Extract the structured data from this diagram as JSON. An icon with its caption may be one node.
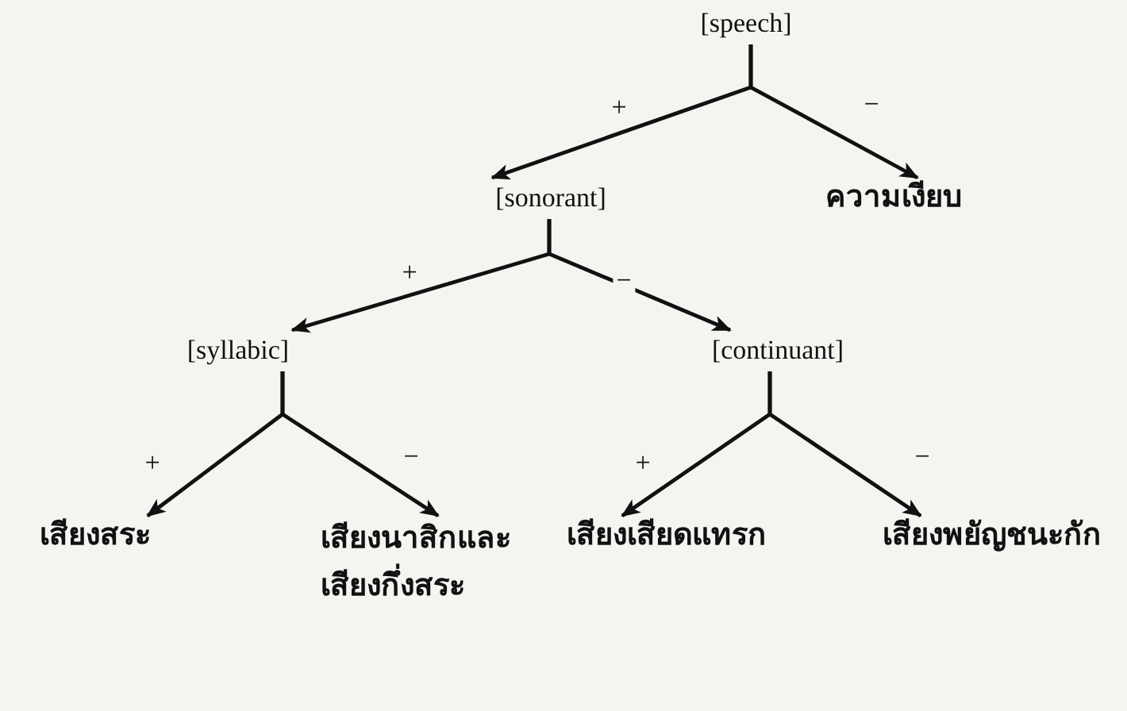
{
  "diagram": {
    "nodes": [
      {
        "text": [
          "[speech]"
        ]
      },
      {
        "text": [
          "[sonorant]"
        ]
      },
      {
        "text": [
          "ความเงียบ"
        ]
      },
      {
        "text": [
          "[syllabic]"
        ]
      },
      {
        "text": [
          "[continuant]"
        ]
      },
      {
        "text": [
          "เสียงสระ"
        ]
      },
      {
        "text": [
          "เสียงนาสิกและเสียงกึ่งสระ"
        ]
      },
      {
        "text": [
          "เสียงเสียดแทรก"
        ]
      },
      {
        "text": [
          "เสียงพยัญชนะกัก"
        ]
      }
    ],
    "edges": [
      {
        "from": 0,
        "to": 1,
        "arrow": "to",
        "label": "+"
      },
      {
        "from": 0,
        "to": 2,
        "arrow": "to",
        "label": "−"
      },
      {
        "from": 1,
        "to": 3,
        "arrow": "to",
        "label": "+"
      },
      {
        "from": 1,
        "to": 4,
        "arrow": "to",
        "label": "−"
      },
      {
        "from": 3,
        "to": 5,
        "arrow": "to",
        "label": "+"
      },
      {
        "from": 3,
        "to": 6,
        "arrow": "to",
        "label": "−"
      },
      {
        "from": 4,
        "to": 7,
        "arrow": "to",
        "label": "+"
      },
      {
        "from": 4,
        "to": 8,
        "arrow": "to",
        "label": "−"
      }
    ]
  }
}
